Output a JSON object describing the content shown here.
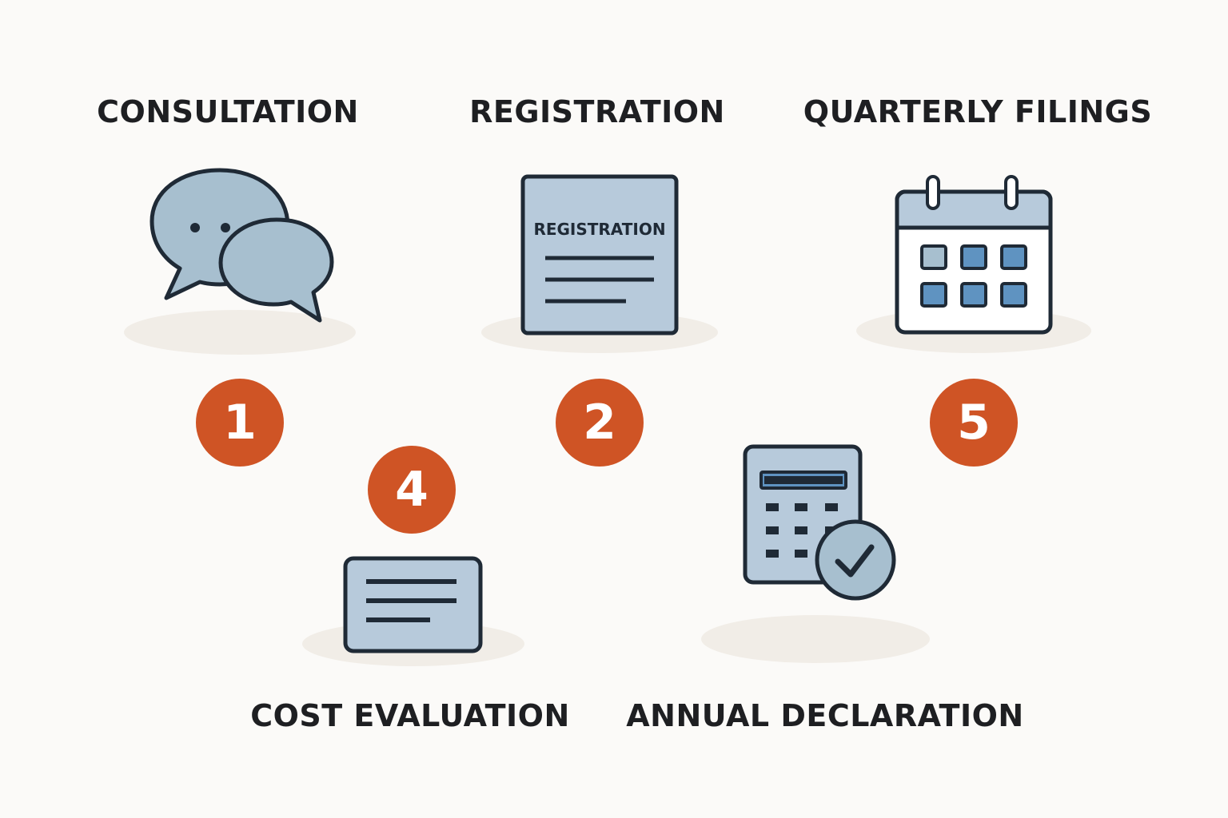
{
  "steps": [
    {
      "number": "1",
      "title": "CONSULTATION",
      "icon": "chat-bubbles-icon"
    },
    {
      "number": "2",
      "title": "REGISTRATION",
      "icon": "registration-document-icon",
      "document_heading": "REGISTRATION"
    },
    {
      "number": "4",
      "title": "COST EVALUATION",
      "icon": "list-card-icon"
    },
    {
      "number": "5",
      "title": "QUARTERLY FILINGS",
      "icon": "calendar-icon"
    },
    {
      "title": "ANNUAL DECLARATION",
      "icon": "calculator-check-icon"
    }
  ],
  "colors": {
    "badge": "#cf5425",
    "icon_fill": "#a7bfcf",
    "icon_stroke": "#1f2a36",
    "accent_blue": "#5f93c1",
    "shadow": "#f1ede7",
    "background": "#fbfaf8"
  }
}
